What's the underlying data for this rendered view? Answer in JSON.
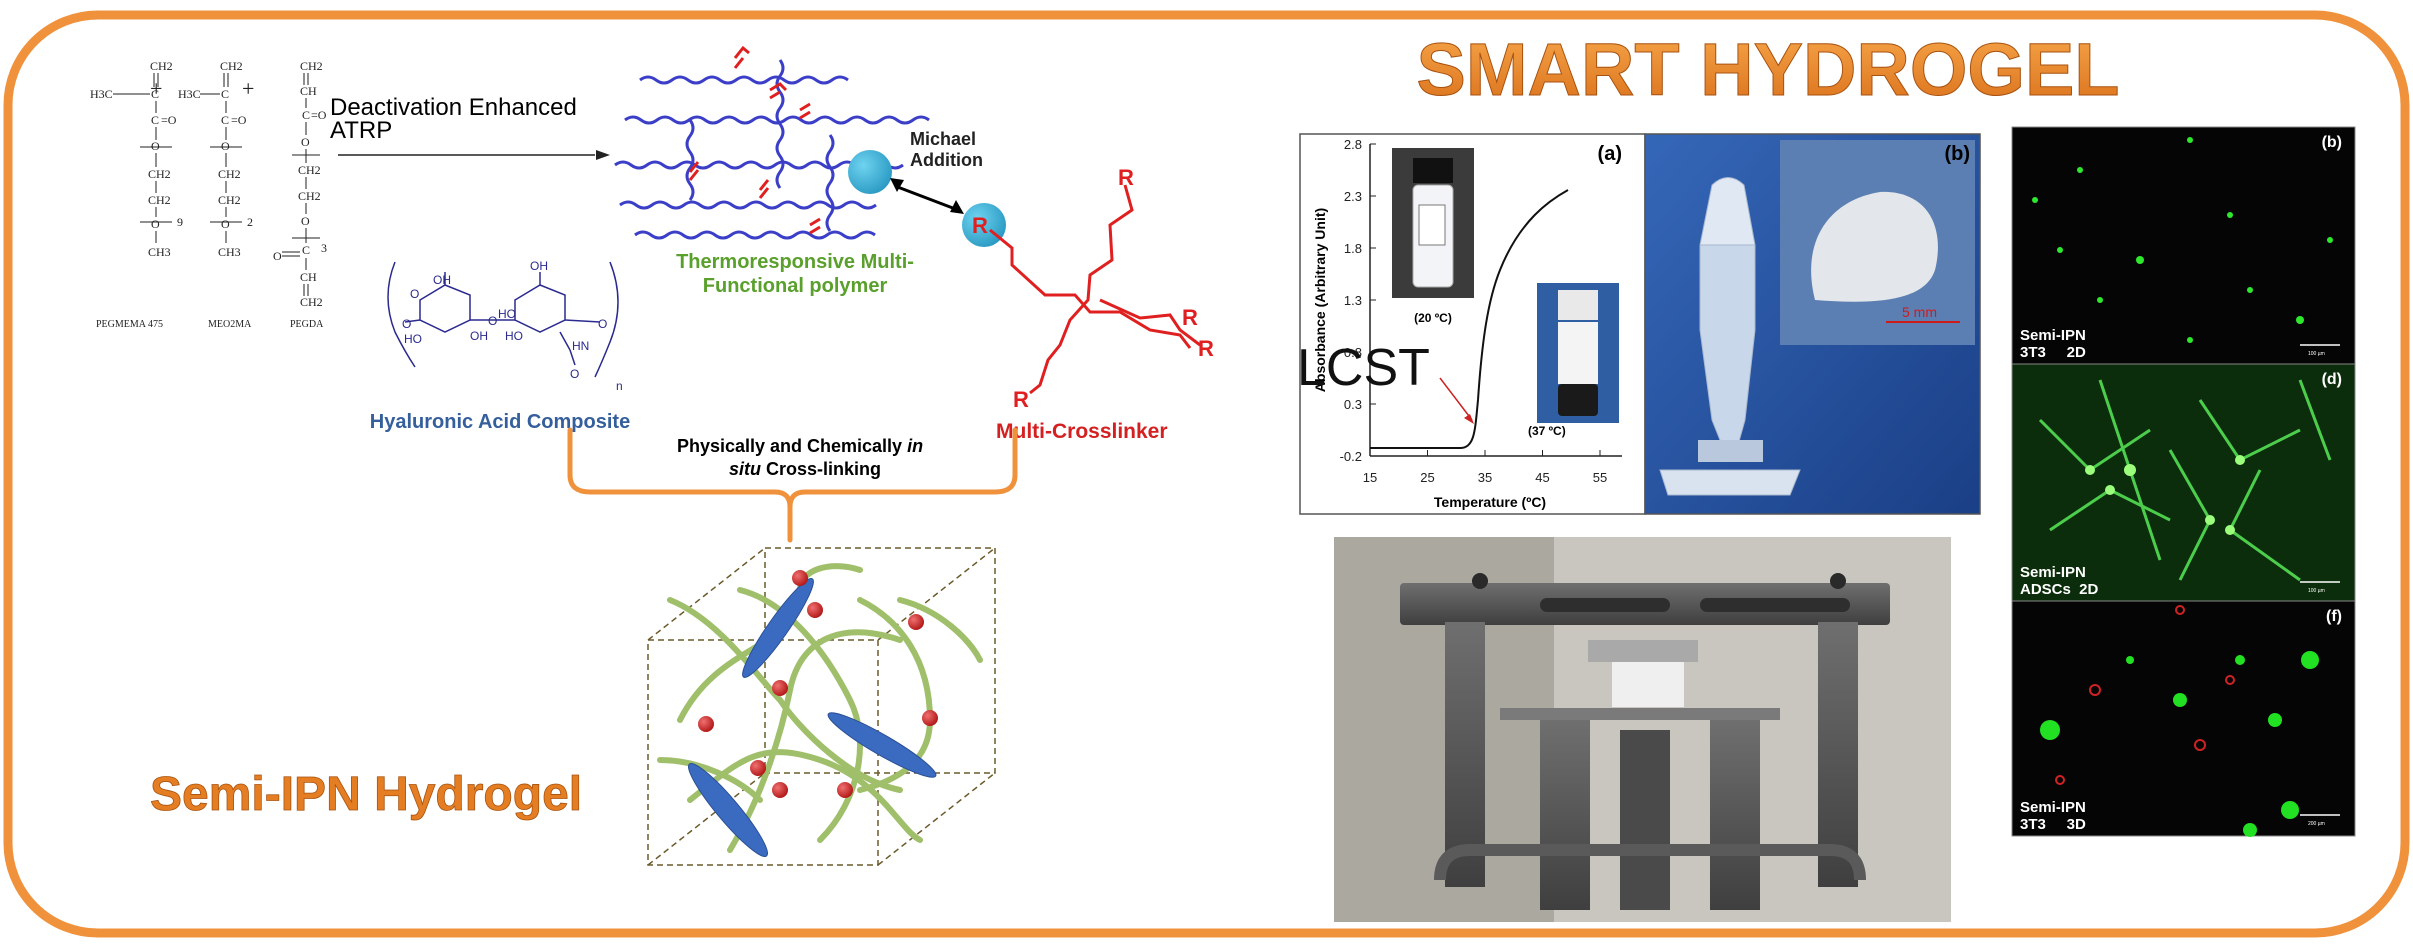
{
  "title": "SMART HYDROGEL",
  "reaction": {
    "arrow_label_1": "Deactivation Enhanced",
    "arrow_label_2": "ATRP",
    "monomers": [
      "PEGMEMA 475",
      "MEO2MA",
      "PEGDA"
    ],
    "subscripts": {
      "m1_n": "9",
      "m2_n": "2",
      "m3_n": "3"
    },
    "atoms": {
      "h3c": "H3C",
      "ch2": "CH2",
      "c": "C",
      "o": "O",
      "ch3": "CH3",
      "ch": "CH",
      "plus": "+",
      "eqo": "=O"
    }
  },
  "polymer": {
    "label_1": "Thermoresponsive Multi-",
    "label_2": "Functional polymer",
    "michael_1": "Michael",
    "michael_2": "Addition"
  },
  "crosslinker": {
    "label": "Multi-Crosslinker",
    "r": "R"
  },
  "hyaluronic": {
    "label": "Hyaluronic Acid Composite",
    "atoms": {
      "oh": "OH",
      "ho": "HO",
      "o": "O",
      "hn": "HN",
      "n": "n",
      "ho2": "HO"
    }
  },
  "crosslinking": {
    "line1a": "Physically and Chemically",
    "line1b": "in",
    "line2a": "situ",
    "line2b": "Cross-linking"
  },
  "semi_ipn": "Semi-IPN Hydrogel",
  "graph": {
    "panel_label": "(a)",
    "ylabel": "Absorbance (Arbitrary Unit)",
    "xlabel": "Temperature (ºC)",
    "yticks": [
      "2.8",
      "2.3",
      "1.8",
      "1.3",
      "0.8",
      "0.3",
      "-0.2"
    ],
    "xticks": [
      "15",
      "25",
      "35",
      "45",
      "55"
    ],
    "vial1_label": "(20 ºC)",
    "vial2_label": "(37 ºC)",
    "lcst": "LCST"
  },
  "photo_b": {
    "label": "(b)",
    "scale": "5 mm"
  },
  "micro": [
    {
      "label": "(b)",
      "line1": "Semi-IPN",
      "line2": "3T3     2D",
      "scale": "100 µm"
    },
    {
      "label": "(d)",
      "line1": "Semi-IPN",
      "line2": "ADSCs  2D",
      "scale": "100 µm"
    },
    {
      "label": "(f)",
      "line1": "Semi-IPN",
      "line2": "3T3     3D",
      "scale": "200 µm"
    }
  ],
  "colors": {
    "border": "#f0913c",
    "title": "#e57e22",
    "green": "#5aa02c",
    "red": "#d42020",
    "blue": "#355f9c",
    "polymer": "#3b3fc7"
  }
}
